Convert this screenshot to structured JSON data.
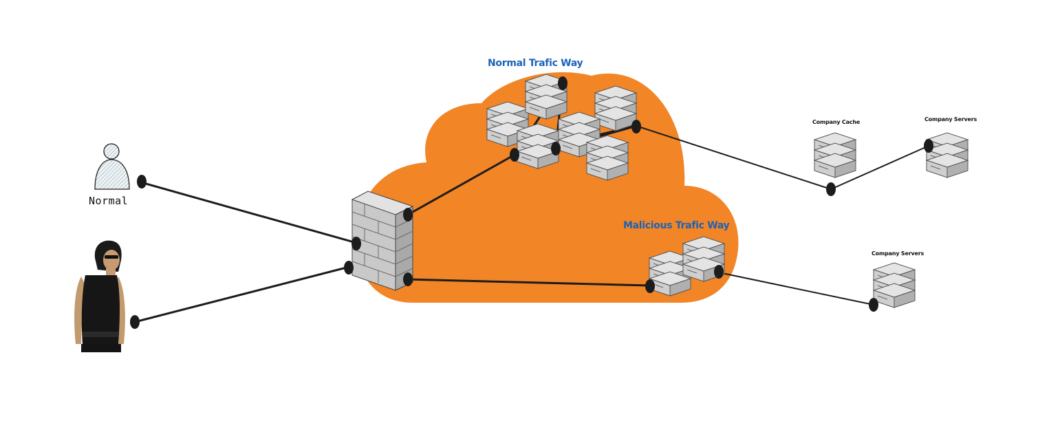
{
  "labels": {
    "normal_way": "Normal Trafic Way",
    "malicious_way": "Malicious Trafic Way",
    "company_cache": "Company Cache",
    "company_servers_top": "Company Servers",
    "company_servers_bottom": "Company Servers",
    "normal_user": "Normal"
  },
  "colors": {
    "cloud": "#f28526",
    "title_text": "#1a63b8",
    "line": "#1c1c1c",
    "server_face": "#d6d6d6",
    "server_side": "#b3b3b3",
    "wall": "#c9c9c9"
  },
  "icons": {
    "normal_user": "user-icon",
    "attacker": "attacker-figure",
    "firewall": "firewall-icon",
    "server": "server-stack-icon",
    "cloud": "cloud-shape"
  }
}
